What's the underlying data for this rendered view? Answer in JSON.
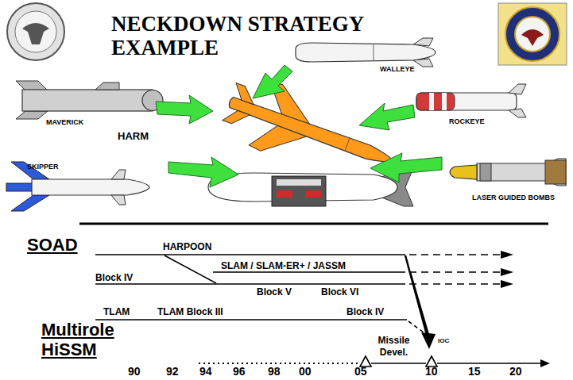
{
  "diagram": {
    "title": "NECKDOWN STRATEGY EXAMPLE",
    "labels": [
      "WALLEYE",
      "MAVERICK",
      "ROCKEYE",
      "HARM",
      "SKIPPER",
      "LASER GUIDED BOMBS",
      "SOAD",
      "HARPOON",
      "SLAM / SLAM-ER+ / JASSM",
      "Block IV",
      "Block V",
      "Block VI",
      "TLAM",
      "TLAM Block III",
      "Block IV",
      "Multirole HiSSM",
      "Missile Devel.",
      "IOC",
      "90",
      "92",
      "94",
      "96",
      "98",
      "00",
      "05",
      "10",
      "15",
      "20"
    ]
  }
}
